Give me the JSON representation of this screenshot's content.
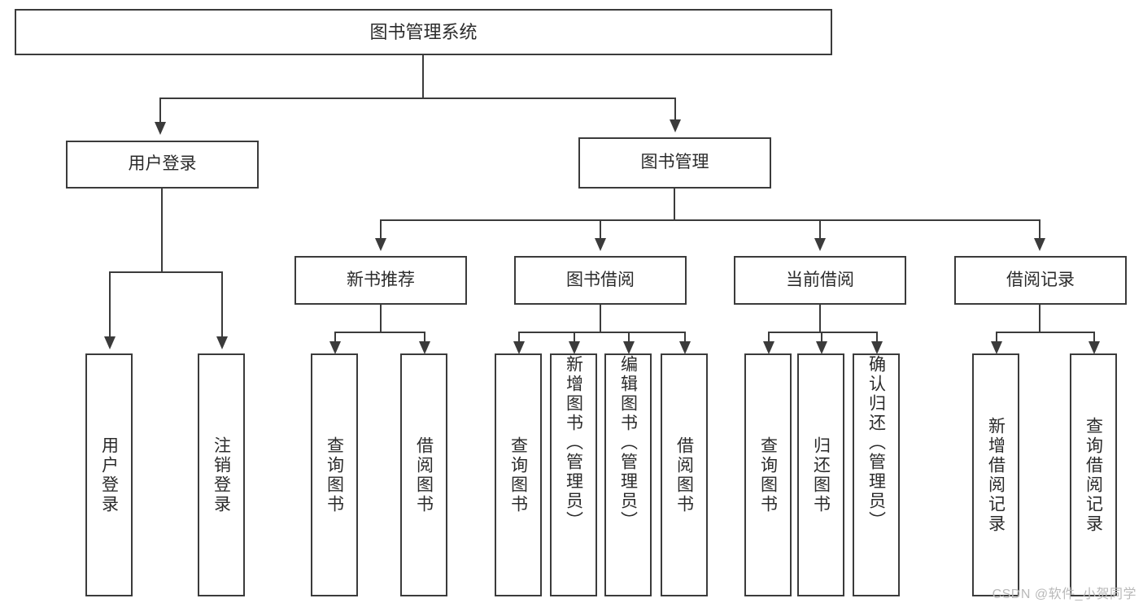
{
  "diagram": {
    "type": "tree-hierarchy-chart",
    "title": "图书管理系统",
    "root": {
      "id": "root",
      "label": "图书管理系统"
    },
    "level2": [
      {
        "id": "user-login",
        "label": "用户登录"
      },
      {
        "id": "book-manage",
        "label": "图书管理"
      }
    ],
    "level3": [
      {
        "id": "new-book-recommend",
        "label": "新书推荐",
        "parent": "book-manage"
      },
      {
        "id": "book-borrow",
        "label": "图书借阅",
        "parent": "book-manage"
      },
      {
        "id": "current-borrow",
        "label": "当前借阅",
        "parent": "book-manage"
      },
      {
        "id": "borrow-record",
        "label": "借阅记录",
        "parent": "book-manage"
      }
    ],
    "leaves": {
      "user_login": [
        {
          "id": "leaf-user-login",
          "label": "用户登录"
        },
        {
          "id": "leaf-user-logout",
          "label": "注销登录"
        }
      ],
      "new_book_recommend": [
        {
          "id": "leaf-query-book-1",
          "label": "查询图书"
        },
        {
          "id": "leaf-borrow-book-1",
          "label": "借阅图书"
        }
      ],
      "book_borrow": [
        {
          "id": "leaf-query-book-2",
          "label": "查询图书"
        },
        {
          "id": "leaf-add-book",
          "label": "新增图书（管理员）"
        },
        {
          "id": "leaf-edit-book",
          "label": "编辑图书（管理员）"
        },
        {
          "id": "leaf-borrow-book-2",
          "label": "借阅图书"
        }
      ],
      "current_borrow": [
        {
          "id": "leaf-query-book-3",
          "label": "查询图书"
        },
        {
          "id": "leaf-return-book",
          "label": "归还图书"
        },
        {
          "id": "leaf-confirm-return",
          "label": "确认归还（管理员）"
        }
      ],
      "borrow_record": [
        {
          "id": "leaf-add-record",
          "label": "新增借阅记录"
        },
        {
          "id": "leaf-query-record",
          "label": "查询借阅记录"
        }
      ]
    }
  },
  "watermark": {
    "text": "CSDN @软件_小贺同学"
  },
  "colors": {
    "stroke": "#3b3b3b",
    "text": "#2b2b2b",
    "background": "#ffffff",
    "watermark": "#b9b9b9"
  }
}
